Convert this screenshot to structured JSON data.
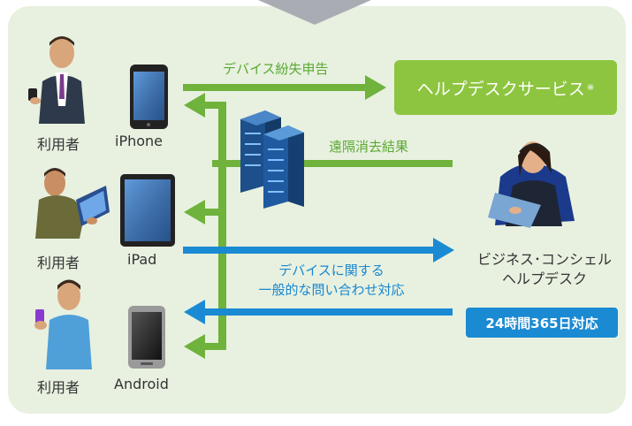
{
  "users": [
    {
      "role": "利用者",
      "device": "iPhone"
    },
    {
      "role": "利用者",
      "device": "iPad"
    },
    {
      "role": "利用者",
      "device": "Android"
    }
  ],
  "flows": {
    "loss_report": "デバイス紛失申告",
    "remote_wipe_result": "遠隔消去結果",
    "general_inquiry_line1": "デバイスに関する",
    "general_inquiry_line2": "一般的な問い合わせ対応"
  },
  "helpdesk_service": {
    "label": "ヘルプデスクサービス",
    "footnote_mark": "※"
  },
  "concierge": {
    "line1": "ビジネス･コンシェル",
    "line2": "ヘルプデスク"
  },
  "availability_badge": "24時間365日対応",
  "colors": {
    "green": "#6fb23c",
    "blue": "#1a8ad3",
    "panel": "#e8f1e0",
    "box_green": "#8dc540"
  }
}
